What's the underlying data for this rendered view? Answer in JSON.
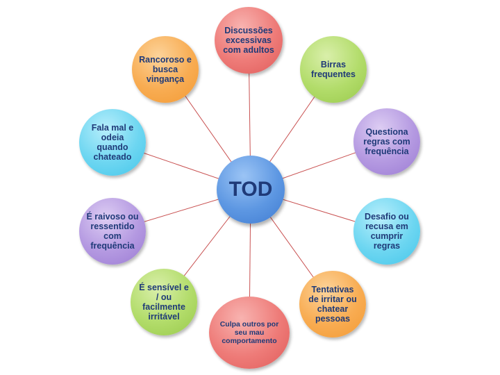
{
  "center": {
    "label": "TOD"
  },
  "nodes": [
    {
      "id": "discussoes",
      "label": "Discussões excessivas com adultos",
      "color": "red"
    },
    {
      "id": "birras",
      "label": "Birras frequentes",
      "color": "green"
    },
    {
      "id": "questiona",
      "label": "Questiona regras com frequência",
      "color": "purple"
    },
    {
      "id": "desafio",
      "label": "Desafio ou recusa em cumprir regras",
      "color": "cyan"
    },
    {
      "id": "tentativas",
      "label": "Tentativas de irritar ou chatear pessoas",
      "color": "orange"
    },
    {
      "id": "culpa",
      "label": "Culpa outros por seu mau comportamento",
      "color": "red"
    },
    {
      "id": "sensivel",
      "label": "É sensível e / ou facilmente irritável",
      "color": "green"
    },
    {
      "id": "raivoso",
      "label": "É raivoso ou ressentido com frequência",
      "color": "purple"
    },
    {
      "id": "fala-mal",
      "label": "Fala mal e odeia quando chateado",
      "color": "cyan"
    },
    {
      "id": "rancoroso",
      "label": "Rancoroso e busca vingança",
      "color": "orange"
    }
  ],
  "colors": {
    "connector": "#c85050",
    "text": "#1f3a78"
  }
}
